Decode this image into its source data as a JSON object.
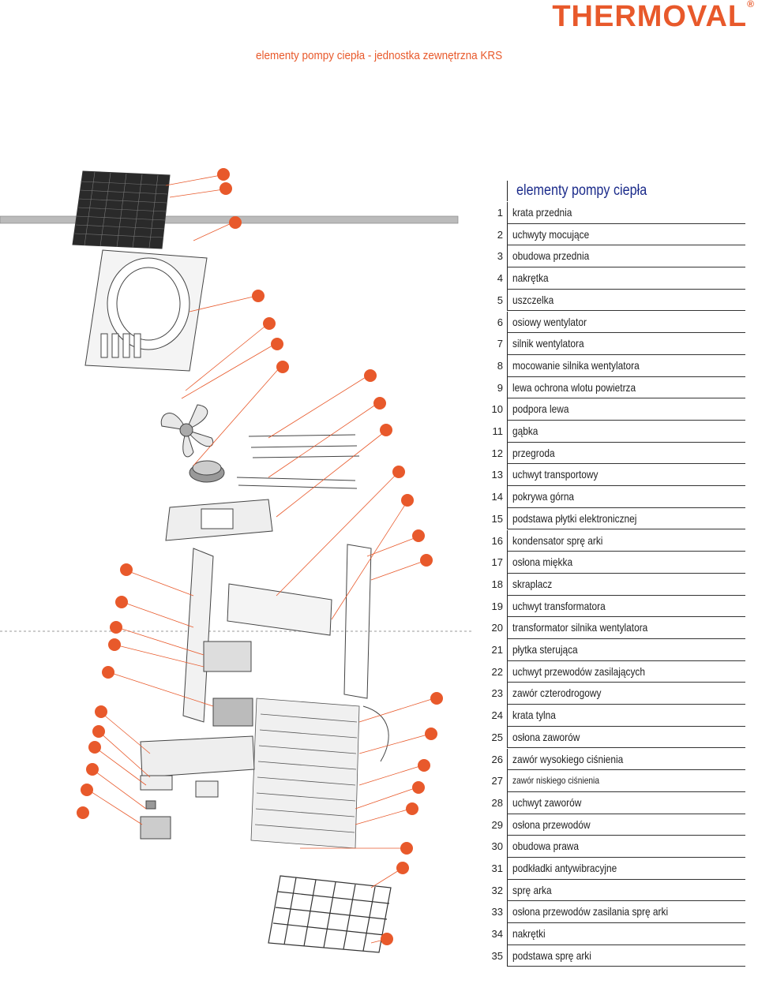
{
  "brand": {
    "logo": "THERMOVAL",
    "registered": "®",
    "color": "#e8592b"
  },
  "document": {
    "title": "elementy pompy ciepła - jednostka zewnętrzna KRS"
  },
  "parts_table": {
    "title": "elementy pompy ciepła",
    "rows": [
      {
        "num": "1",
        "label": "krata przednia"
      },
      {
        "num": "2",
        "label": "uchwyty mocujące"
      },
      {
        "num": "3",
        "label": "obudowa przednia"
      },
      {
        "num": "4",
        "label": "nakrętka"
      },
      {
        "num": "5",
        "label": "uszczelka"
      },
      {
        "num": "6",
        "label": "osiowy wentylator"
      },
      {
        "num": "7",
        "label": "silnik wentylatora"
      },
      {
        "num": "8",
        "label": "mocowanie silnika wentylatora"
      },
      {
        "num": "9",
        "label": "lewa ochrona wlotu powietrza"
      },
      {
        "num": "10",
        "label": "podpora lewa"
      },
      {
        "num": "11",
        "label": "gąbka"
      },
      {
        "num": "12",
        "label": "przegroda"
      },
      {
        "num": "13",
        "label": "uchwyt transportowy"
      },
      {
        "num": "14",
        "label": "pokrywa górna"
      },
      {
        "num": "15",
        "label": "podstawa płytki elektronicznej"
      },
      {
        "num": "16",
        "label": "kondensator sprę arki"
      },
      {
        "num": "17",
        "label": "osłona miękka"
      },
      {
        "num": "18",
        "label": "skraplacz"
      },
      {
        "num": "19",
        "label": "uchwyt transformatora"
      },
      {
        "num": "20",
        "label": "transformator silnika wentylatora"
      },
      {
        "num": "21",
        "label": "płytka sterująca"
      },
      {
        "num": "22",
        "label": "uchwyt przewodów zasilających"
      },
      {
        "num": "23",
        "label": "zawór czterodrogowy"
      },
      {
        "num": "24",
        "label": "krata tylna"
      },
      {
        "num": "25",
        "label": "osłona zaworów"
      },
      {
        "num": "26",
        "label": "zawór wysokiego ciśnienia"
      },
      {
        "num": "27",
        "label": "zawór niskiego ciśnienia"
      },
      {
        "num": "28",
        "label": "uchwyt zaworów"
      },
      {
        "num": "29",
        "label": "osłona przewodów"
      },
      {
        "num": "30",
        "label": "obudowa prawa"
      },
      {
        "num": "31",
        "label": "podkładki antywibracyjne"
      },
      {
        "num": "32",
        "label": "sprę arka"
      },
      {
        "num": "33",
        "label": "osłona przewodów zasilania sprę arki"
      },
      {
        "num": "34",
        "label": "nakrętki"
      },
      {
        "num": "35",
        "label": "podstawa sprę arki"
      }
    ]
  },
  "colors": {
    "accent": "#e8592b",
    "table_title": "#1a2a8a",
    "line": "#333333",
    "diagram_stroke": "#555555"
  }
}
